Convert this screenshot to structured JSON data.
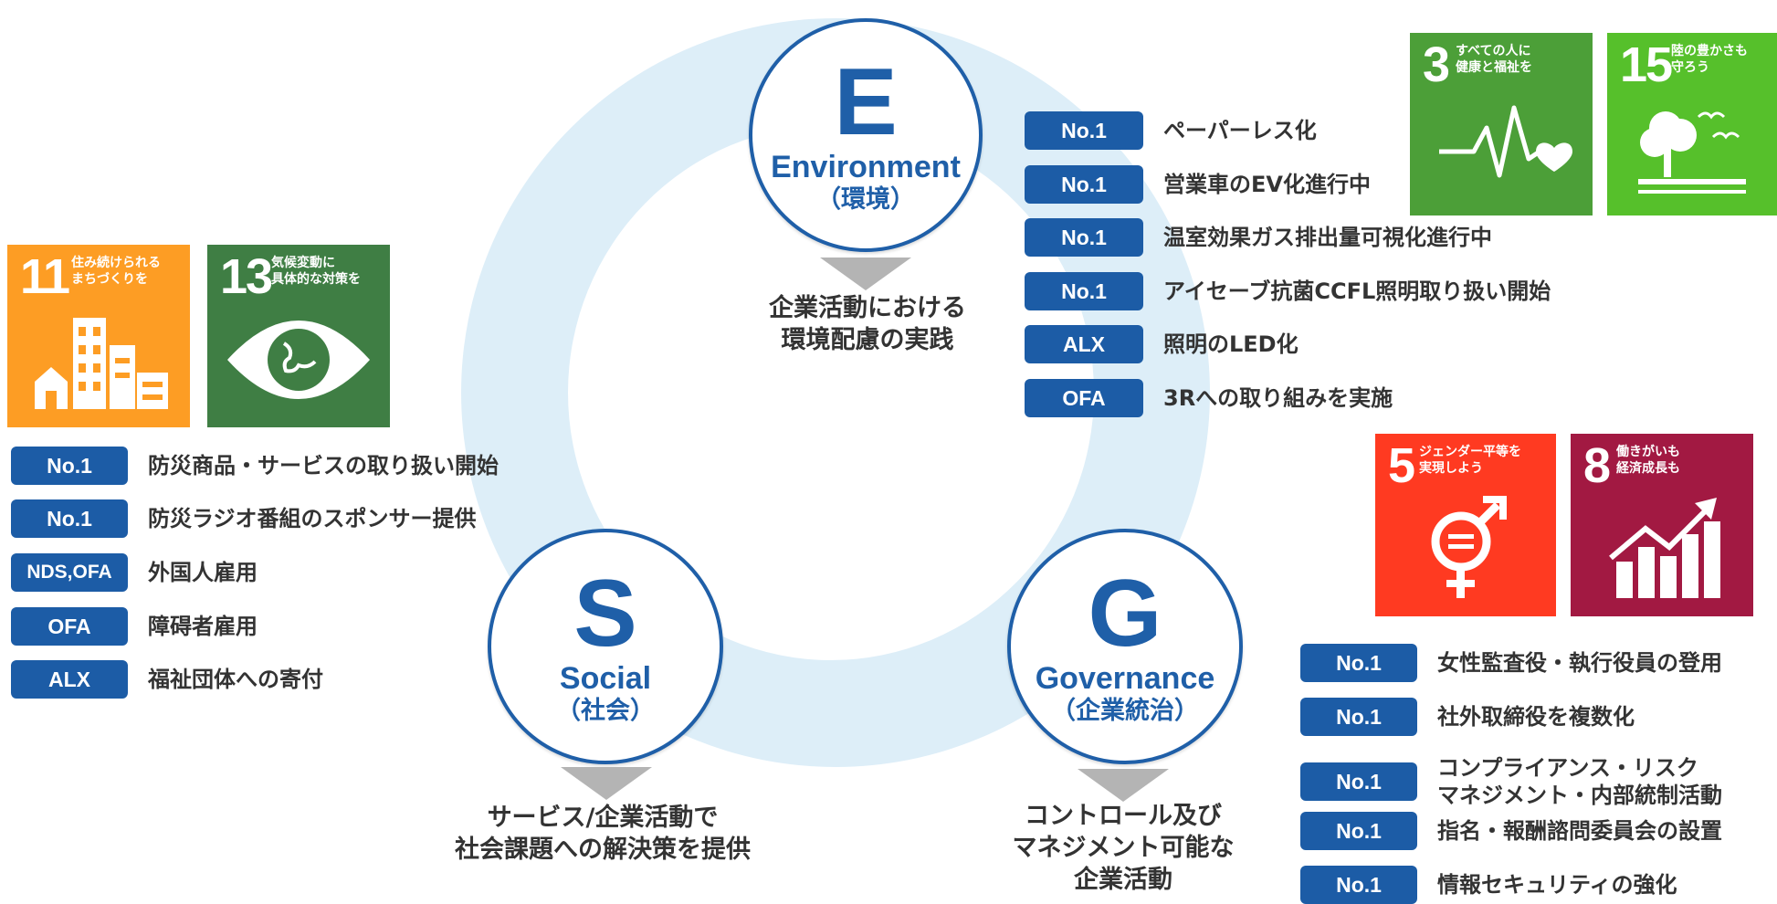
{
  "esg": {
    "e": {
      "letter": "E",
      "word": "Environment",
      "jp": "（環境）",
      "caption": "企業活動における\n環境配慮の実践"
    },
    "s": {
      "letter": "S",
      "word": "Social",
      "jp": "（社会）",
      "caption": "サービス/企業活動で\n社会課題への解決策を提供"
    },
    "g": {
      "letter": "G",
      "word": "Governance",
      "jp": "（企業統治）",
      "caption": "コントロール及び\nマネジメント可能な\n企業活動"
    }
  },
  "environment_items": [
    {
      "badge": "No.1",
      "text": "ペーパーレス化"
    },
    {
      "badge": "No.1",
      "text": "営業車のEV化進行中"
    },
    {
      "badge": "No.1",
      "text": "温室効果ガス排出量可視化進行中"
    },
    {
      "badge": "No.1",
      "text": "アイセーブ抗菌CCFL照明取り扱い開始"
    },
    {
      "badge": "ALX",
      "text": "照明のLED化"
    },
    {
      "badge": "OFA",
      "text": "3Rへの取り組みを実施"
    }
  ],
  "social_items": [
    {
      "badge": "No.1",
      "text": "防災商品・サービスの取り扱い開始"
    },
    {
      "badge": "No.1",
      "text": "防災ラジオ番組のスポンサー提供"
    },
    {
      "badge": "NDS,OFA",
      "text": "外国人雇用"
    },
    {
      "badge": "OFA",
      "text": "障碍者雇用"
    },
    {
      "badge": "ALX",
      "text": "福祉団体への寄付"
    }
  ],
  "governance_items": [
    {
      "badge": "No.1",
      "text": "女性監査役・執行役員の登用"
    },
    {
      "badge": "No.1",
      "text": "社外取締役を複数化"
    },
    {
      "badge": "No.1",
      "text": "コンプライアンス・リスク\nマネジメント・内部統制活動"
    },
    {
      "badge": "No.1",
      "text": "指名・報酬諮問委員会の設置"
    },
    {
      "badge": "No.1",
      "text": "情報セキュリティの強化"
    }
  ],
  "sdgs": {
    "sdg3": {
      "num": "3",
      "title": "すべての人に\n健康と福祉を",
      "color": "#4c9f38",
      "icon": "heartbeat-icon"
    },
    "sdg15": {
      "num": "15",
      "title": "陸の豊かさも\n守ろう",
      "color": "#56c02b",
      "icon": "tree-birds-icon"
    },
    "sdg11": {
      "num": "11",
      "title": "住み続けられる\nまちづくりを",
      "color": "#fd9d24",
      "icon": "city-buildings-icon"
    },
    "sdg13": {
      "num": "13",
      "title": "気候変動に\n具体的な対策を",
      "color": "#3f7e44",
      "icon": "eye-globe-icon"
    },
    "sdg5": {
      "num": "5",
      "title": "ジェンダー平等を\n実現しよう",
      "color": "#ff3a21",
      "icon": "gender-equality-icon"
    },
    "sdg8": {
      "num": "8",
      "title": "働きがいも\n経済成長も",
      "color": "#a21942",
      "icon": "growth-chart-icon"
    }
  }
}
